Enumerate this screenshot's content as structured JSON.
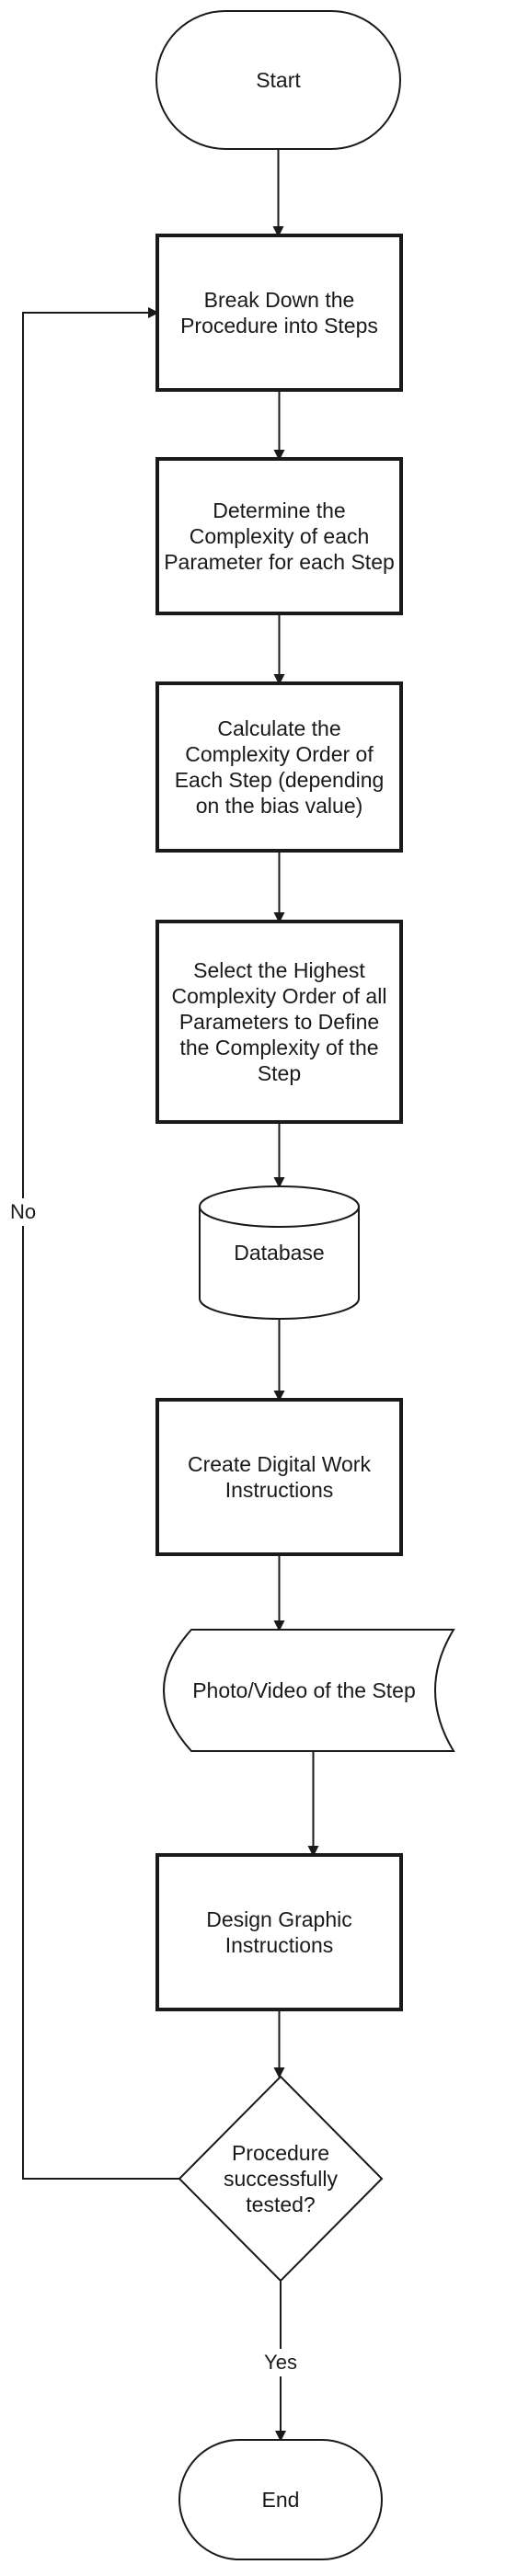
{
  "nodes": [
    {
      "id": "start",
      "shape": "terminal",
      "label": "Start"
    },
    {
      "id": "break-down",
      "shape": "process",
      "label": "Break Down the Procedure into Steps"
    },
    {
      "id": "determine-complexity",
      "shape": "process",
      "label": "Determine the Complexity of each Parameter for each Step"
    },
    {
      "id": "calculate-order",
      "shape": "process",
      "label": "Calculate the Complexity Order of Each Step (depending on the bias value)"
    },
    {
      "id": "select-highest",
      "shape": "process",
      "label": "Select the Highest Complexity Order of all Parameters to Define the Complexity of the Step"
    },
    {
      "id": "database",
      "shape": "database",
      "label": "Database"
    },
    {
      "id": "create-instructions",
      "shape": "process",
      "label": "Create Digital Work Instructions"
    },
    {
      "id": "photo-video",
      "shape": "display",
      "label": "Photo/Video of the Step"
    },
    {
      "id": "design-graphic",
      "shape": "process",
      "label": "Design Graphic Instructions"
    },
    {
      "id": "decision",
      "shape": "decision",
      "label": "Procedure successfully tested?"
    },
    {
      "id": "end",
      "shape": "terminal",
      "label": "End"
    }
  ],
  "edges": [
    {
      "from": "start",
      "to": "break-down",
      "label": ""
    },
    {
      "from": "break-down",
      "to": "determine-complexity",
      "label": ""
    },
    {
      "from": "determine-complexity",
      "to": "calculate-order",
      "label": ""
    },
    {
      "from": "calculate-order",
      "to": "select-highest",
      "label": ""
    },
    {
      "from": "select-highest",
      "to": "database",
      "label": ""
    },
    {
      "from": "database",
      "to": "create-instructions",
      "label": ""
    },
    {
      "from": "create-instructions",
      "to": "photo-video",
      "label": ""
    },
    {
      "from": "photo-video",
      "to": "design-graphic",
      "label": ""
    },
    {
      "from": "design-graphic",
      "to": "decision",
      "label": ""
    },
    {
      "from": "decision",
      "to": "end",
      "label": "Yes"
    },
    {
      "from": "decision",
      "to": "break-down",
      "label": "No"
    }
  ],
  "colors": {
    "stroke": "#1a1a1a",
    "fill": "#ffffff",
    "text": "#1a1a1a"
  }
}
